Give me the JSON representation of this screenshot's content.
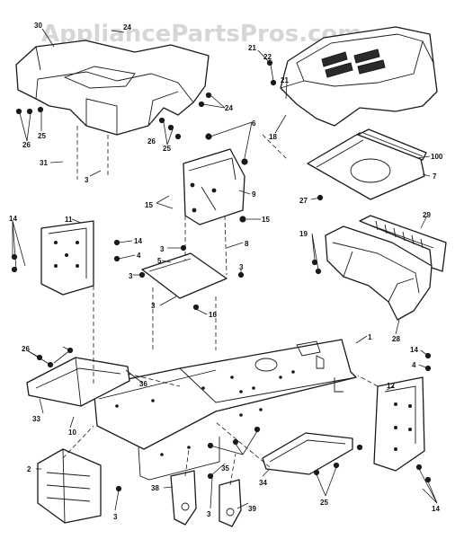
{
  "watermark": "AppliancePartsPros.com",
  "callouts": {
    "c30": "30",
    "c24a": "24",
    "c24b": "24",
    "c21a": "21",
    "c22": "22",
    "c21b": "21",
    "c18": "18",
    "c100": "100",
    "c7": "7",
    "c27": "27",
    "c26a": "26",
    "c25a": "25",
    "c25b": "25",
    "c26b": "26",
    "c31": "31",
    "c3a": "3",
    "c6a": "6",
    "c9": "9",
    "c15a": "15",
    "c15b": "15",
    "c14a": "14",
    "c11": "11",
    "c14b": "14",
    "c4a": "4",
    "c3b": "3",
    "c5": "5",
    "c3c": "3",
    "c8": "8",
    "c3d": "3",
    "c16": "16",
    "c3e": "3",
    "c29": "29",
    "c19": "19",
    "c28": "28",
    "c1": "1",
    "c26c": "26",
    "c36": "36",
    "c33": "33",
    "c10": "10",
    "c14c": "14",
    "c4b": "4",
    "c12": "12",
    "c2": "2",
    "c3f": "3",
    "c38": "38",
    "c35": "35",
    "c3g": "3",
    "c39": "39",
    "c34": "34",
    "c25c": "25",
    "c14d": "14"
  }
}
